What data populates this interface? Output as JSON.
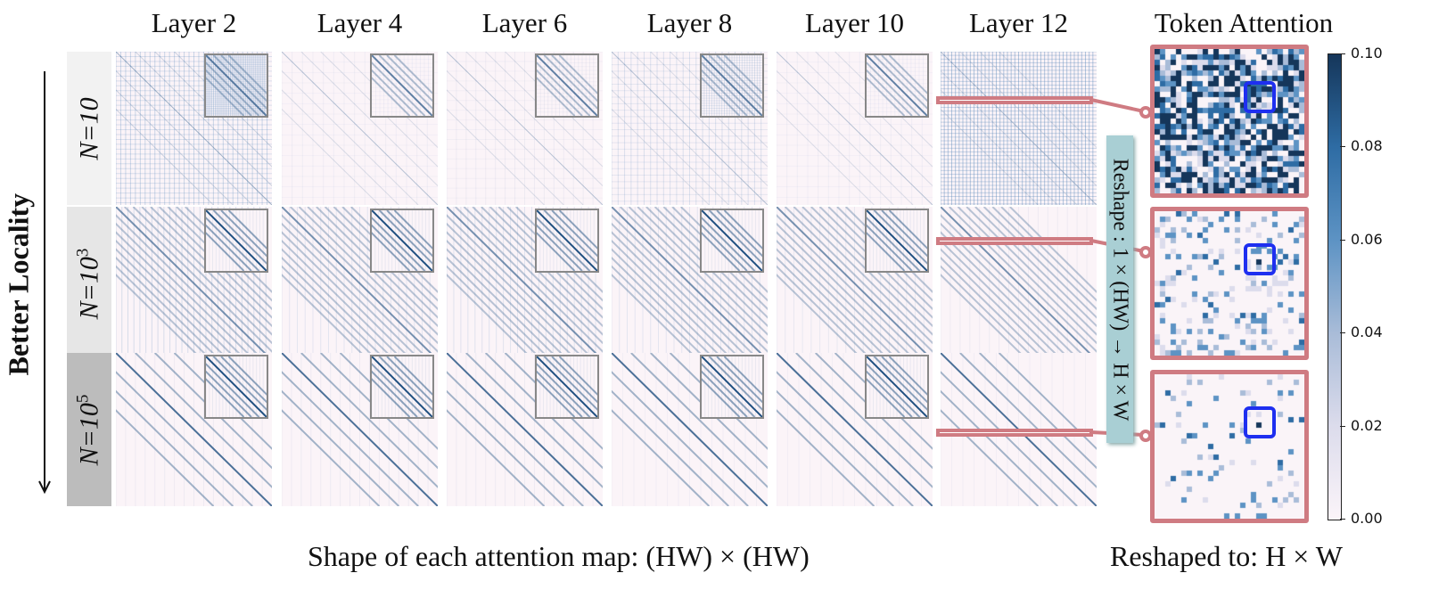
{
  "columns": [
    "Layer 2",
    "Layer 4",
    "Layer 6",
    "Layer 8",
    "Layer 10",
    "Layer 12"
  ],
  "token_header": "Token Attention",
  "rows": [
    {
      "base": "N=10",
      "exp": ""
    },
    {
      "base": "N=10",
      "exp": "3"
    },
    {
      "base": "N=10",
      "exp": "5"
    }
  ],
  "side_label": "Better Locality",
  "reshape_label": "Reshape : 1 × (HW) → H × W",
  "footer_left": "Shape of each attention map: (HW) × (HW)",
  "footer_right": "Reshaped to: H × W",
  "colorbar": {
    "ticks": [
      "0.10",
      "0.08",
      "0.06",
      "0.04",
      "0.02",
      "0.00"
    ],
    "min": 0,
    "max": 0.1
  },
  "colors": {
    "border": "#cf7b82",
    "highlight": "#1e2ff0",
    "dark": "#15365a"
  }
}
